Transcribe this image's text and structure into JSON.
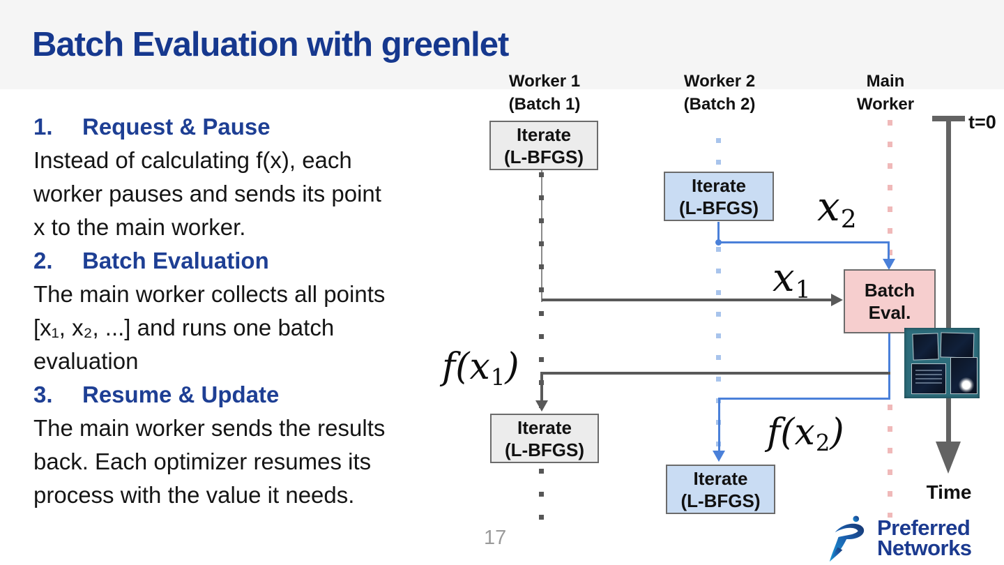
{
  "slide": {
    "title": "Batch Evaluation with greenlet"
  },
  "steps": [
    {
      "num": "1.",
      "heading": "Request & Pause",
      "body_lines": [
        "Instead of calculating f(x), each",
        "worker pauses and sends its point",
        "x to the main worker."
      ]
    },
    {
      "num": "2.",
      "heading": "Batch Evaluation",
      "body_lines": [
        "The main worker collects all points",
        "[x₁, x₂, ...] and runs one batch",
        "evaluation"
      ]
    },
    {
      "num": "3.",
      "heading": "Resume & Update",
      "body_lines": [
        "The main worker sends the results",
        "back. Each optimizer resumes its",
        "process with the value it needs."
      ]
    }
  ],
  "diagram": {
    "columns": [
      {
        "line1": "Worker 1",
        "line2": "(Batch 1)"
      },
      {
        "line1": "Worker 2",
        "line2": "(Batch 2)"
      },
      {
        "line1": "Main",
        "line2": "Worker"
      }
    ],
    "iterate_box": {
      "line1": "Iterate",
      "line2": "(L-BFGS)"
    },
    "batch_box": {
      "line1": "Batch",
      "line2": "Eval."
    },
    "labels": {
      "x1": {
        "base": "x",
        "sub": "1"
      },
      "x2": {
        "base": "x",
        "sub": "2"
      },
      "fx1": {
        "pre": "f(x",
        "sub": "1",
        "post": ")"
      },
      "fx2": {
        "pre": "f(x",
        "sub": "2",
        "post": ")"
      }
    },
    "timeline": {
      "t0": "t=0",
      "time_label": "Time"
    },
    "colors": {
      "title_blue": "#16388e",
      "heading_blue": "#1e3f94",
      "arrow_blue": "#4a80d9",
      "arrow_dark": "#595959",
      "box_gray": "#ececec",
      "box_blue": "#c9dcf3",
      "box_pink": "#f6cece",
      "dot_gray": "#565656",
      "dot_blue": "#a8c4ec",
      "dot_pink": "#f0b9b9",
      "band_gray": "#f5f5f5",
      "photo_teal": "#2d6d7c",
      "logo_blue": "#1b3a8f"
    }
  },
  "footer": {
    "page_number": "17",
    "logo": {
      "line1": "Preferred",
      "line2": "Networks"
    }
  }
}
